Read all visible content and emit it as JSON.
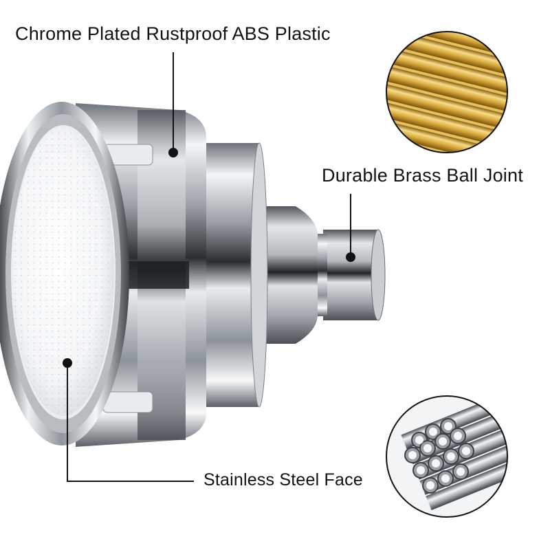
{
  "callouts": {
    "abs_plastic": "Chrome Plated Rustproof ABS Plastic",
    "brass_joint": "Durable Brass Ball Joint",
    "steel_face": "Stainless Steel Face"
  },
  "colors": {
    "background": "#ffffff",
    "text": "#111111",
    "chrome_light": "#f4f6f8",
    "chrome_dark": "#2a2d31",
    "brass": "#d9a93a"
  },
  "icons": [
    "shower-head-product",
    "brass-rods-swatch",
    "steel-tubes-swatch"
  ]
}
